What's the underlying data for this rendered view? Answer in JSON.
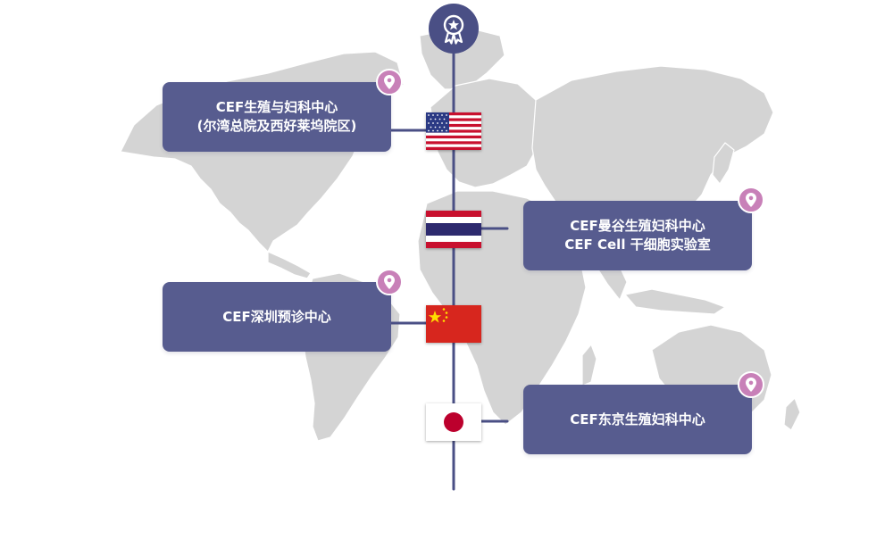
{
  "colors": {
    "card": "#575c8f",
    "line": "#4a4f85",
    "pin": "#c880b8",
    "map": "#d4d4d4"
  },
  "top_icon": "award-ribbon-icon",
  "locations": [
    {
      "id": "usa",
      "flag": "usa-flag-icon",
      "lines": [
        "CEF生殖与妇科中心",
        "(尔湾总院及西好莱坞院区)"
      ]
    },
    {
      "id": "thailand",
      "flag": "thailand-flag-icon",
      "lines": [
        "CEF曼谷生殖妇科中心",
        "CEF Cell 干细胞实验室"
      ]
    },
    {
      "id": "china",
      "flag": "china-flag-icon",
      "lines": [
        "CEF深圳预诊中心"
      ]
    },
    {
      "id": "japan",
      "flag": "japan-flag-icon",
      "lines": [
        "CEF东京生殖妇科中心"
      ]
    }
  ]
}
